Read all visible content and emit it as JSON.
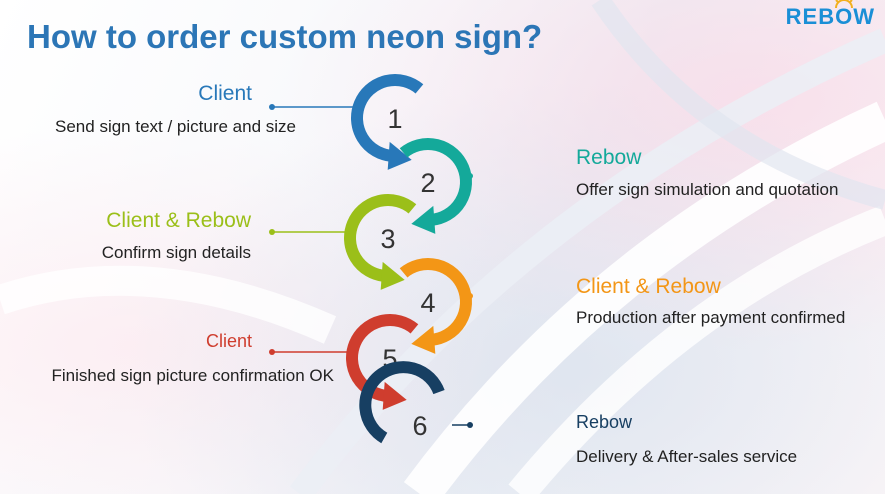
{
  "title": "How to order custom neon sign?",
  "logo": {
    "text_left": "REB",
    "text_o": "O",
    "text_right": "W"
  },
  "steps": [
    {
      "number": "1",
      "label": "Client",
      "description": "Send sign text / picture and size",
      "color": "#2878b9"
    },
    {
      "number": "2",
      "label": "Rebow",
      "description": "Offer sign simulation and quotation",
      "color": "#14a99a"
    },
    {
      "number": "3",
      "label": "Client & Rebow",
      "description": "Confirm sign details",
      "color": "#9bbf19"
    },
    {
      "number": "4",
      "label": "Client & Rebow",
      "description": "Production after payment confirmed",
      "color": "#f39616"
    },
    {
      "number": "5",
      "label": "Client",
      "description": "Finished sign picture confirmation OK",
      "color": "#cf3d2e"
    },
    {
      "number": "6",
      "label": "Rebow",
      "description": "Delivery & After-sales service",
      "color": "#173f62"
    }
  ]
}
